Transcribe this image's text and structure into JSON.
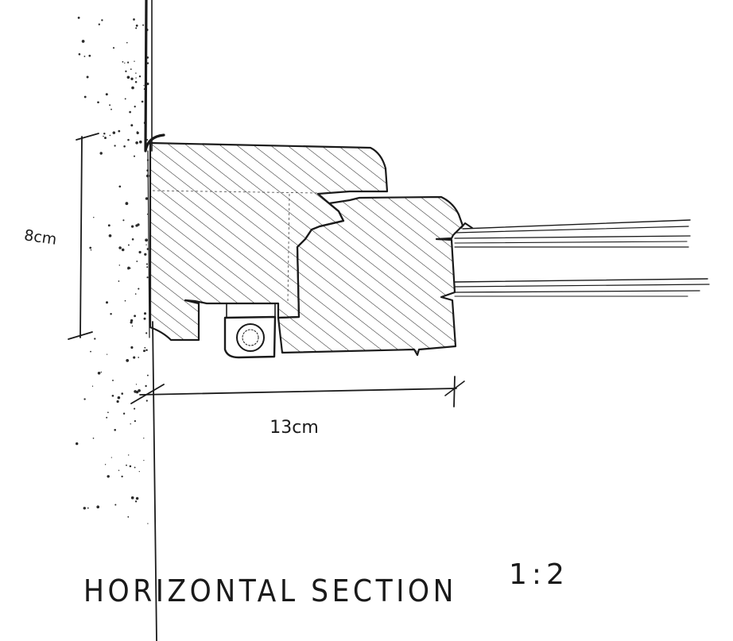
{
  "labels": {
    "height_dim": "8cm",
    "width_dim": "13cm",
    "title": "HORIZONTAL SECTION",
    "scale": "1:2"
  },
  "colors": {
    "ink": "#1a1a1a",
    "paper": "#ffffff"
  }
}
